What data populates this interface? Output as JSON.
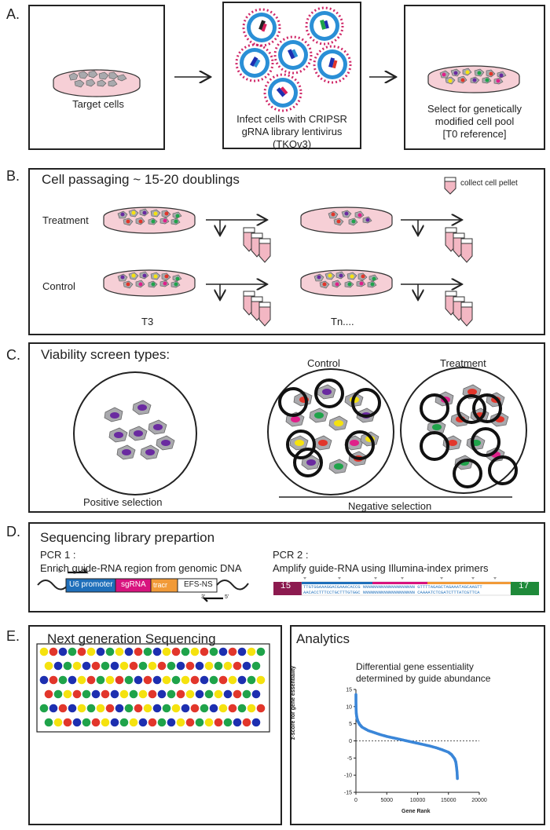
{
  "panelA": {
    "label": "A.",
    "target_cells": "Target cells",
    "infect_line1": "Infect cells with CRIPSR",
    "infect_line2": "gRNA library lentivirus",
    "infect_line3": "(TKOv3)",
    "select_line1": "Select for genetically",
    "select_line2": "modified cell pool",
    "select_line3": "[T0 reference]"
  },
  "panelB": {
    "label": "B.",
    "title": "Cell passaging ~ 15-20 doublings",
    "legend": "collect cell pellet",
    "treatment": "Treatment",
    "control": "Control",
    "t3": "T3",
    "tn": "Tn...."
  },
  "panelC": {
    "label": "C.",
    "title": "Viability screen types:",
    "control": "Control",
    "treatment": "Treatment",
    "positive": "Positive selection",
    "negative": "Negative selection"
  },
  "panelD": {
    "label": "D.",
    "title": "Sequencing library prepartion",
    "pcr1_title": "PCR 1 :",
    "pcr1_desc": "Enrich guide-RNA region from genomic DNA",
    "pcr2_title": "PCR 2 :",
    "pcr2_desc": "Amplify guide-RNA using Illumina-index primers",
    "u6": "U6 promoter",
    "sgrna": "sgRNA",
    "tracr": "tracr",
    "efs": "EFS-NS",
    "i5": "i5",
    "i7": "i7",
    "seq_top": "TTGTGGAAAGGACGAAACACCG NNNNNNNNNNNNNNNNNNNN GTTTTAGAGCTAGAAATAGCAAGTT",
    "seq_bot": "AACACCTTTCCTGCTTTGTGGC NNNNNNNNNNNNNNNNNNNN CAAAATCTCGATCTTTATCGTTCA",
    "five_prime": "5'",
    "three_prime": "3'"
  },
  "panelE": {
    "label": "E.",
    "ngs_title": "Next generation Sequencing",
    "analytics_title": "Analytics",
    "chart_title_1": "Differential gene essentiality",
    "chart_title_2": "determined by guide abundance"
  },
  "colors": {
    "dish": "#f6cfd6",
    "cell": "#a9a9ad",
    "red": "#e2362b",
    "green": "#1fa34a",
    "yellow": "#f5e20f",
    "blue": "#1d2fb0",
    "purple": "#6a2aa0",
    "magenta": "#e0208a",
    "u6": "#1f6fba",
    "sgrna": "#d8137e",
    "tracr": "#f19a38",
    "i5": "#8c1a4f",
    "i7": "#1f8a3a",
    "scatter": "#3a86d8"
  },
  "chart_data": {
    "type": "scatter",
    "title": "",
    "xlabel": "Gene Rank",
    "ylabel": "z-score for gene essentiality",
    "xlim": [
      0,
      20000
    ],
    "ylim": [
      -15,
      15
    ],
    "xticks": [
      0,
      5000,
      10000,
      15000,
      20000
    ],
    "yticks": [
      15,
      10,
      5,
      0,
      -5,
      -10,
      -15
    ],
    "reference_line_y": 0,
    "series": [
      {
        "x": [
          1,
          5,
          20,
          60,
          150,
          300,
          600,
          1000,
          2000,
          3000,
          4000,
          5000,
          6000,
          7000,
          8000,
          9000,
          10000,
          11000,
          12000,
          13000,
          14000,
          15000,
          15500,
          16000,
          16200,
          16300,
          16400,
          16450
        ],
        "values": [
          13.5,
          11.5,
          9.5,
          8.0,
          6.8,
          5.8,
          4.8,
          4.0,
          3.0,
          2.4,
          1.8,
          1.3,
          0.9,
          0.5,
          0.1,
          -0.3,
          -0.7,
          -1.1,
          -1.5,
          -2.0,
          -2.6,
          -3.3,
          -4.0,
          -5.2,
          -6.2,
          -7.5,
          -9.2,
          -11.0
        ]
      }
    ]
  }
}
